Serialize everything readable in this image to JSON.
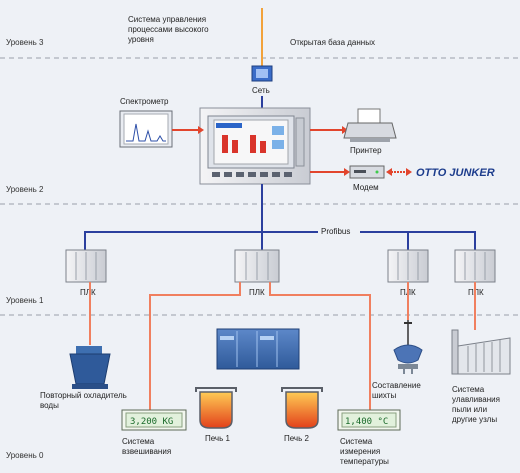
{
  "levels": {
    "level3": "Уровень 3",
    "level2": "Уровень 2",
    "level1": "Уровень 1",
    "level0": "Уровень 0"
  },
  "top": {
    "high_level_line1": "Система управления",
    "high_level_line2": "процессами высокого",
    "high_level_line3": "уровня",
    "open_db": "Открытая база данных",
    "network": "Сеть"
  },
  "level2": {
    "spectrometer": "Спектрометр",
    "printer": "Принтер",
    "modem": "Модем",
    "brand": "OTTO JUNKER",
    "profibus": "Profibus"
  },
  "level1": {
    "plc_label": "ПЛК"
  },
  "level0": {
    "cooler_line1": "Повторный охладитель",
    "cooler_line2": "воды",
    "weighing_line1": "Система",
    "weighing_line2": "взвешивания",
    "furnace1": "Печь 1",
    "furnace2": "Печь 2",
    "temp_line1": "Система",
    "temp_line2": "измерения",
    "temp_line3": "температуры",
    "charge_line1": "Составление",
    "charge_line2": "шихты",
    "dust_line1": "Система",
    "dust_line2": "улавливания",
    "dust_line3": "пыли или",
    "dust_line4": "другие узлы",
    "weight_display": "3,200 KG",
    "temp_display": "1,400 °C"
  },
  "colors": {
    "blue_bus": "#2b3f9e",
    "orange_wire": "#f07f5f",
    "dashed_level": "#9aa0aa"
  }
}
